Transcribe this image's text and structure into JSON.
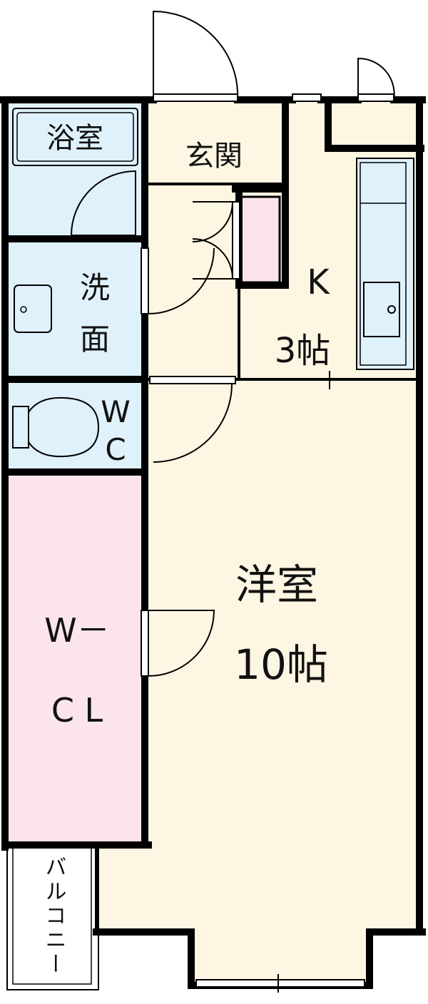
{
  "rooms": {
    "bath": {
      "label": "浴室"
    },
    "entrance": {
      "label": "玄関"
    },
    "washroom": {
      "label_1": "洗",
      "label_2": "面"
    },
    "toilet": {
      "label_1": "W",
      "label_2": "C"
    },
    "kitchen": {
      "label_1": "K",
      "label_2": "3帖"
    },
    "walk_in_closet": {
      "label_1": "W－",
      "label_2": "C L"
    },
    "western_room": {
      "label_1": "洋室",
      "label_2": "10帖"
    },
    "balcony": {
      "label": "バルコニー"
    }
  },
  "colors": {
    "wet_area": "#dff1fb",
    "living_area": "#fdf6e3",
    "storage": "#fce4ee",
    "wall": "#000000",
    "background": "#ffffff"
  }
}
